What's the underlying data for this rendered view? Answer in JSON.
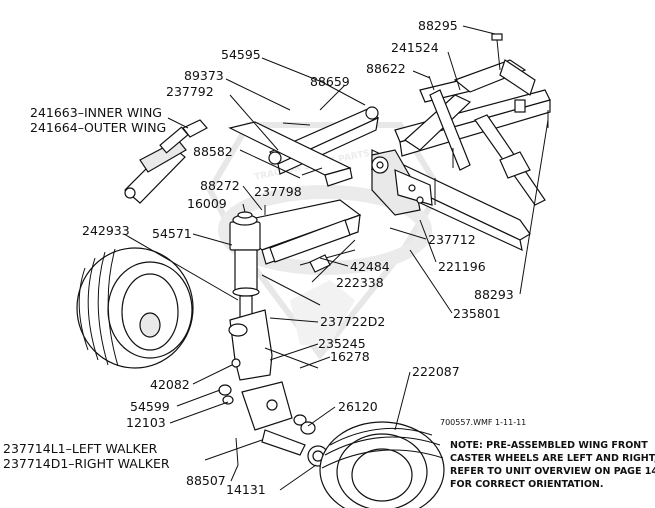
{
  "labels": {
    "p88295": "88295",
    "p241524": "241524",
    "p54595": "54595",
    "p88622": "88622",
    "p89373": "89373",
    "p88659": "88659",
    "p237792": "237792",
    "inner_wing": "241663–INNER WING",
    "outer_wing": "241664–OUTER WING",
    "p88582": "88582",
    "p237798": "237798",
    "p88272": "88272",
    "p16009": "16009",
    "p242933": "242933",
    "p54571": "54571",
    "p237712": "237712",
    "p42484": "42484",
    "p221196": "221196",
    "p222338": "222338",
    "p88293": "88293",
    "p235801": "235801",
    "p237722D2": "237722D2",
    "p235245": "235245",
    "p16278": "16278",
    "p222087": "222087",
    "p42082": "42082",
    "p54599": "54599",
    "p12103": "12103",
    "p26120": "26120",
    "left_walker": "237714L1–LEFT WALKER",
    "right_walker": "237714D1–RIGHT WALKER",
    "p88507": "88507",
    "p14131": "14131"
  },
  "drawing_id": "700557.WMF  1-11-11",
  "note_lines": [
    "NOTE: PRE-ASSEMBLED WING FRONT",
    "CASTER WHEELS ARE LEFT AND RIGHT,",
    "REFER TO UNIT OVERVIEW ON PAGE 14",
    "FOR CORRECT ORIENTATION."
  ],
  "watermark": "TRACTOR SPARE PARTS"
}
